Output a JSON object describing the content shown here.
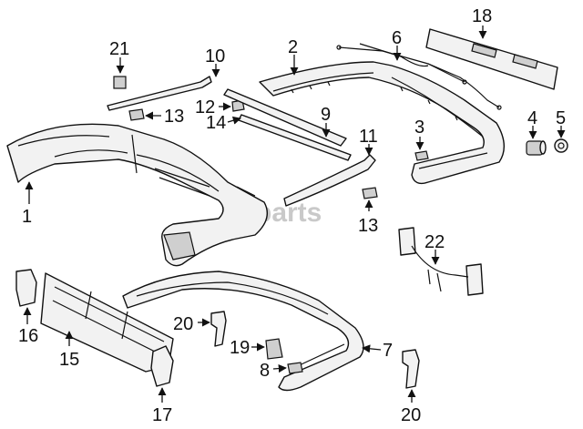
{
  "watermark": "parts",
  "callouts": [
    {
      "id": "c1",
      "text": "1"
    },
    {
      "id": "c2",
      "text": "2"
    },
    {
      "id": "c3",
      "text": "3"
    },
    {
      "id": "c4",
      "text": "4"
    },
    {
      "id": "c5",
      "text": "5"
    },
    {
      "id": "c6",
      "text": "6"
    },
    {
      "id": "c7",
      "text": "7"
    },
    {
      "id": "c8",
      "text": "8"
    },
    {
      "id": "c9",
      "text": "9"
    },
    {
      "id": "c10",
      "text": "10"
    },
    {
      "id": "c11",
      "text": "11"
    },
    {
      "id": "c12",
      "text": "12"
    },
    {
      "id": "c13a",
      "text": "13"
    },
    {
      "id": "c13b",
      "text": "13"
    },
    {
      "id": "c14",
      "text": "14"
    },
    {
      "id": "c15",
      "text": "15"
    },
    {
      "id": "c16",
      "text": "16"
    },
    {
      "id": "c17",
      "text": "17"
    },
    {
      "id": "c18",
      "text": "18"
    },
    {
      "id": "c19",
      "text": "19"
    },
    {
      "id": "c20a",
      "text": "20"
    },
    {
      "id": "c20b",
      "text": "20"
    },
    {
      "id": "c21",
      "text": "21"
    },
    {
      "id": "c22",
      "text": "22"
    }
  ]
}
